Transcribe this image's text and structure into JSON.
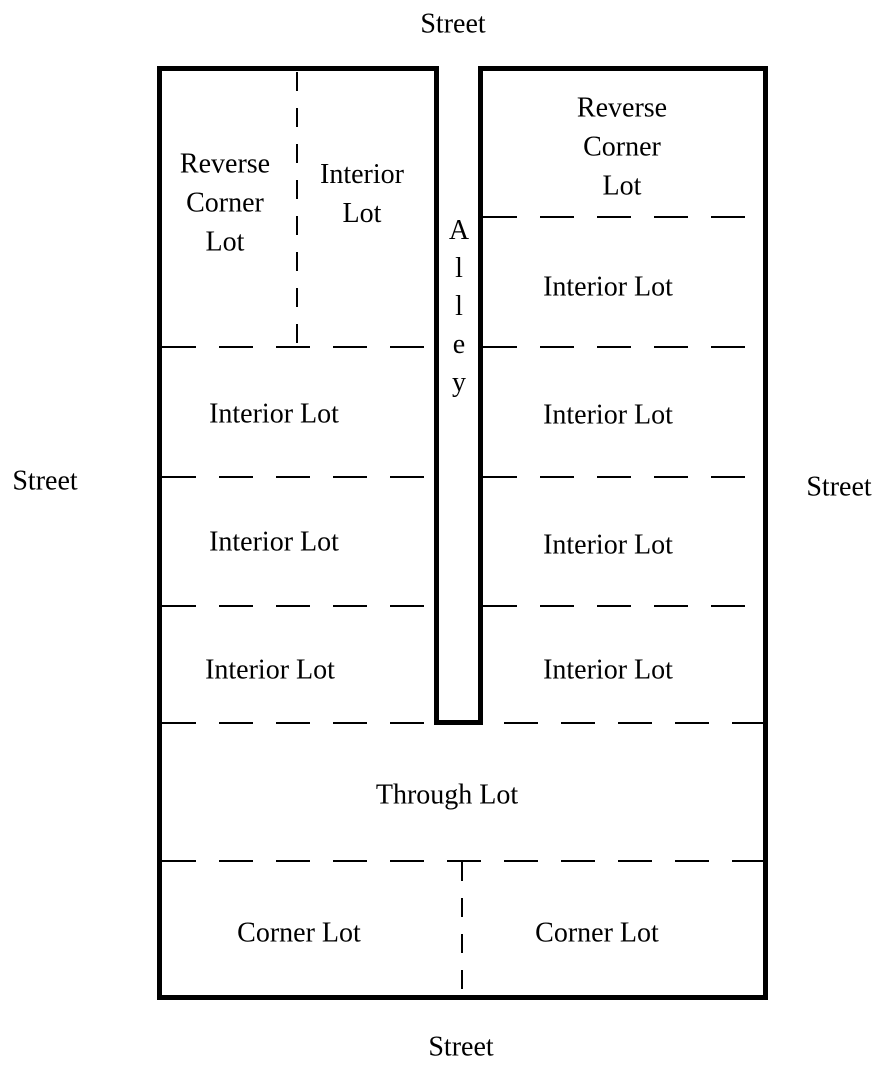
{
  "streets": {
    "top": "Street",
    "right": "Street",
    "bottom": "Street",
    "left": "Street"
  },
  "block": {
    "alley_label_vertical": "A\nl\nl\ne\ny",
    "left_column": {
      "reverse_corner_lot": "Reverse\nCorner\nLot",
      "interior_lot_beside": "Interior\nLot",
      "interior_rows": [
        "Interior Lot",
        "Interior Lot",
        "Interior Lot"
      ]
    },
    "right_column": {
      "reverse_corner_lot": "Reverse\nCorner\nLot",
      "interior_rows": [
        "Interior Lot",
        "Interior Lot",
        "Interior Lot",
        "Interior Lot"
      ]
    },
    "through_lot": "Through Lot",
    "corner_lot_left": "Corner Lot",
    "corner_lot_right": "Corner Lot"
  },
  "colors": {
    "line": "#000000",
    "background": "#ffffff",
    "text": "#000000"
  }
}
